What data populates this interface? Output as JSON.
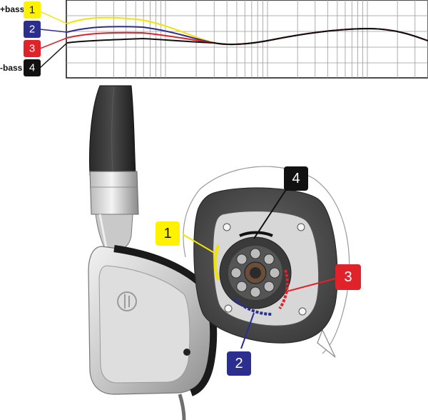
{
  "eq_chart": {
    "labels": {
      "more_bass": "+bass",
      "less_bass": "-bass"
    }
  },
  "badges": [
    {
      "number": "1",
      "color": "#fff200",
      "text_color": "#111111"
    },
    {
      "number": "2",
      "color": "#2b2e8f",
      "text_color": "#ffffff"
    },
    {
      "number": "3",
      "color": "#e0232a",
      "text_color": "#ffffff"
    },
    {
      "number": "4",
      "color": "#111111",
      "text_color": "#ffffff"
    }
  ],
  "curve_colors": {
    "1": "#f2e300",
    "2": "#2b2e8f",
    "3": "#e0232a",
    "4": "#111111"
  },
  "icons": [
    "headphone-icon",
    "ear-cushion-icon",
    "rotation-arrow-icon"
  ]
}
